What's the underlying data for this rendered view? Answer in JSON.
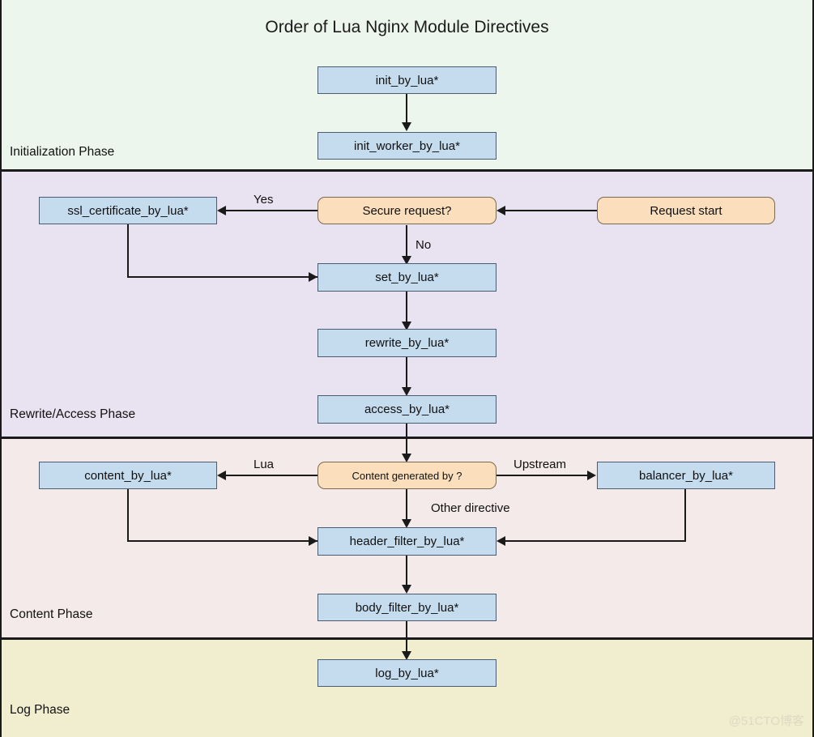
{
  "title": "Order of Lua Nginx Module Directives",
  "watermark": "@51CTO博客",
  "colors": {
    "band_init": "#edf6ed",
    "band_rewrite": "#e9e3f1",
    "band_content": "#f3eae9",
    "band_log": "#f1eed0",
    "node_blue": "#c5dcef",
    "node_orange": "#fbdfbc",
    "edge": "#1a1a1a"
  },
  "phases": [
    {
      "id": "initialization",
      "label": "Initialization Phase"
    },
    {
      "id": "rewrite-access",
      "label": "Rewrite/Access Phase"
    },
    {
      "id": "content",
      "label": "Content Phase"
    },
    {
      "id": "log",
      "label": "Log Phase"
    }
  ],
  "nodes": [
    {
      "id": "init-by-lua",
      "label": "init_by_lua*",
      "shape": "rect",
      "phase": "initialization"
    },
    {
      "id": "init-worker-by-lua",
      "label": "init_worker_by_lua*",
      "shape": "rect",
      "phase": "initialization"
    },
    {
      "id": "request-start",
      "label": "Request start",
      "shape": "rounded",
      "phase": "rewrite-access"
    },
    {
      "id": "secure-request",
      "label": "Secure request?",
      "shape": "rounded",
      "phase": "rewrite-access"
    },
    {
      "id": "ssl-certificate-by-lua",
      "label": "ssl_certificate_by_lua*",
      "shape": "rect",
      "phase": "rewrite-access"
    },
    {
      "id": "set-by-lua",
      "label": "set_by_lua*",
      "shape": "rect",
      "phase": "rewrite-access"
    },
    {
      "id": "rewrite-by-lua",
      "label": "rewrite_by_lua*",
      "shape": "rect",
      "phase": "rewrite-access"
    },
    {
      "id": "access-by-lua",
      "label": "access_by_lua*",
      "shape": "rect",
      "phase": "rewrite-access"
    },
    {
      "id": "content-generated-by",
      "label": "Content generated by ?",
      "shape": "rounded",
      "phase": "content"
    },
    {
      "id": "content-by-lua",
      "label": "content_by_lua*",
      "shape": "rect",
      "phase": "content"
    },
    {
      "id": "balancer-by-lua",
      "label": "balancer_by_lua*",
      "shape": "rect",
      "phase": "content"
    },
    {
      "id": "header-filter-by-lua",
      "label": "header_filter_by_lua*",
      "shape": "rect",
      "phase": "content"
    },
    {
      "id": "body-filter-by-lua",
      "label": "body_filter_by_lua*",
      "shape": "rect",
      "phase": "content"
    },
    {
      "id": "log-by-lua",
      "label": "log_by_lua*",
      "shape": "rect",
      "phase": "log"
    }
  ],
  "edge_labels": [
    {
      "id": "yes",
      "label": "Yes",
      "from": "secure-request",
      "to": "ssl-certificate-by-lua"
    },
    {
      "id": "no",
      "label": "No",
      "from": "secure-request",
      "to": "set-by-lua"
    },
    {
      "id": "lua",
      "label": "Lua",
      "from": "content-generated-by",
      "to": "content-by-lua"
    },
    {
      "id": "upstream",
      "label": "Upstream",
      "from": "content-generated-by",
      "to": "balancer-by-lua"
    },
    {
      "id": "other-directive",
      "label": "Other directive",
      "from": "content-generated-by",
      "to": "header-filter-by-lua"
    }
  ]
}
